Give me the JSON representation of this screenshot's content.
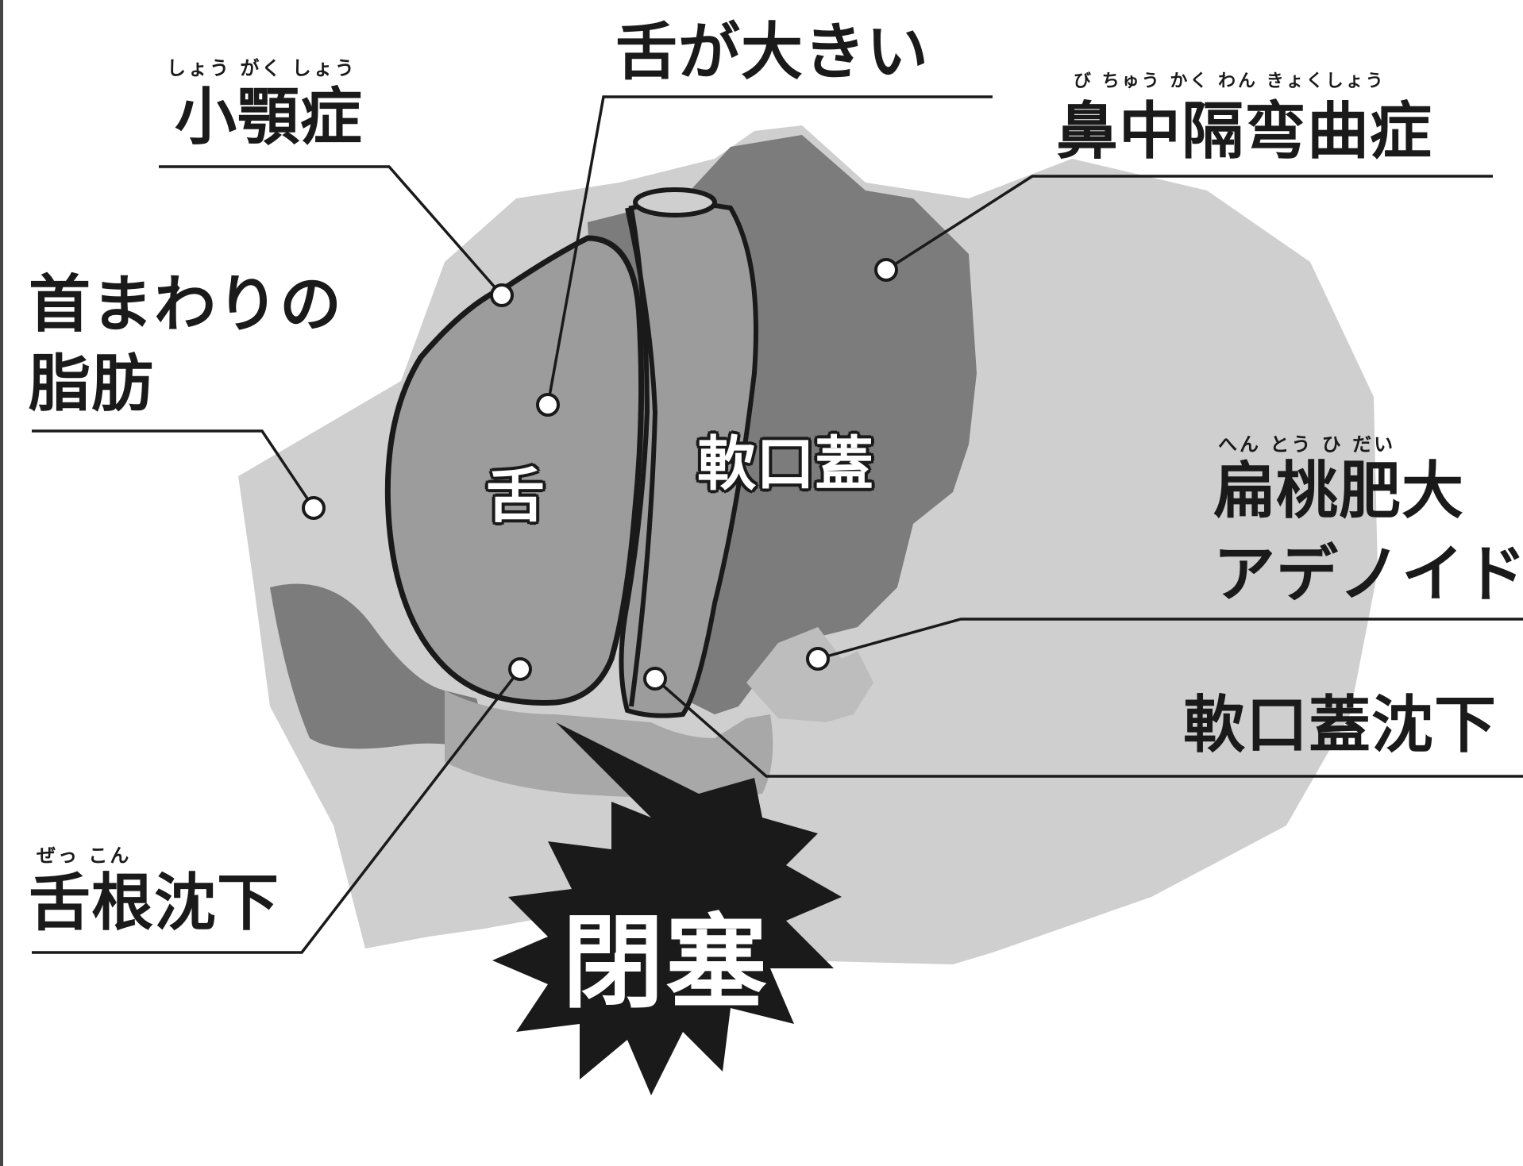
{
  "labels": {
    "small_jaw": {
      "text": "小顎症",
      "ruby": "しょう がく しょう"
    },
    "big_tongue": {
      "text": "舌が大きい"
    },
    "nasal_septum": {
      "text": "鼻中隔弯曲症",
      "ruby": "び ちゅう かく わん きょくしょう"
    },
    "neck_fat_line1": {
      "text": "首まわりの"
    },
    "neck_fat_line2": {
      "text": "脂肪"
    },
    "tonsil_line1": {
      "text": "扁桃肥大",
      "ruby": "へん とう ひ だい"
    },
    "tonsil_line2": {
      "text": "アデノイド"
    },
    "palate_drop": {
      "text": "軟口蓋沈下"
    },
    "tongue_root_drop": {
      "text": "舌根沈下",
      "ruby": "ぜっ こん"
    }
  },
  "organs": {
    "tongue": "舌",
    "soft_palate": "軟口蓋"
  },
  "center": {
    "text": "閉塞"
  },
  "colors": {
    "light_gray": "#cfcfcf",
    "mid_gray": "#9c9c9c",
    "dark_gray": "#7c7c7c",
    "outline": "#1a1a1a",
    "background": "#ffffff"
  }
}
